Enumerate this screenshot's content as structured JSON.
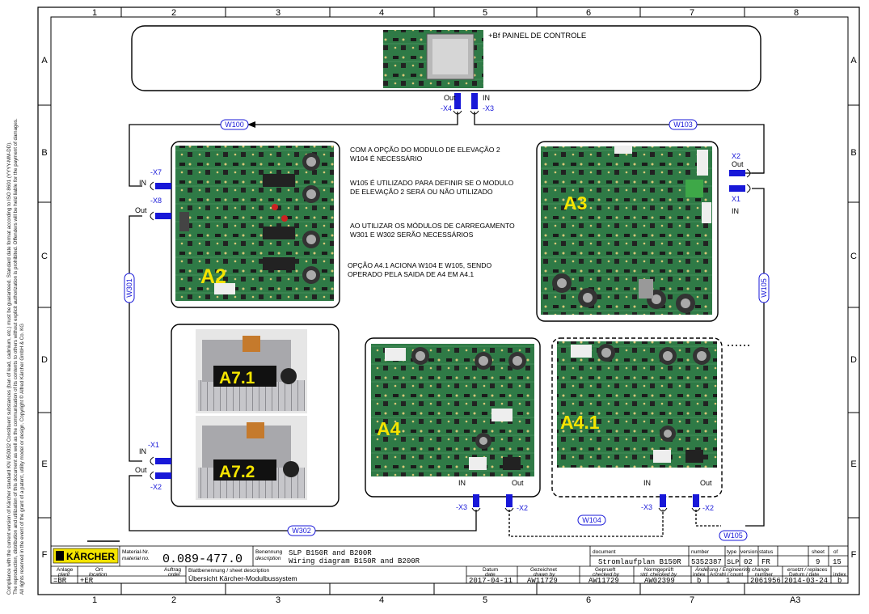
{
  "side_text": [
    "Compliance with the current version of Kärcher standard KN 050032 Constituent substances (ban of lead, cadmium, etc.) must be guaranteed. Standard date format according to ISO 8601 (YYYY-MM-DD).",
    "The reproduction, distribution and utilization of this document as well as the communication of its contents to others without explicit authorization is prohibited. Offenders will be held liable for the payment of damages.",
    "All rights reserved in the event of the grant of a patent, utility model or design. Copyright © Alfred Kärcher GmbH & Co. KG"
  ],
  "columns": [
    "1",
    "2",
    "3",
    "4",
    "5",
    "6",
    "7",
    "8"
  ],
  "rows": [
    "A",
    "B",
    "C",
    "D",
    "E",
    "F"
  ],
  "modules": {
    "panel": "+Bf PAINEL DE CONTROLE",
    "a2": "A2",
    "a3": "A3",
    "a4": "A4",
    "a41": "A4.1",
    "a71": "A7.1",
    "a72": "A7.2"
  },
  "connectors": {
    "panel_out": "Out",
    "panel_in": "IN",
    "panel_x4": "-X4",
    "panel_x3": "-X3",
    "a2_x7": "-X7",
    "a2_in": "IN",
    "a2_x8": "-X8",
    "a2_out": "Out",
    "a3_x2": "X2",
    "a3_out": "Out",
    "a3_x1": "X1",
    "a3_in": "IN",
    "a7_in": "IN",
    "a7_x1": "-X1",
    "a7_out": "Out",
    "a7_x2": "-X2",
    "a4_in": "IN",
    "a4_out": "Out",
    "a4_x3": "-X3",
    "a4_x2": "-X2",
    "a41_in": "IN",
    "a41_out": "Out",
    "a41_x3": "-X3",
    "a41_x2": "-X2"
  },
  "wires": {
    "w100": "W100",
    "w103": "W103",
    "w301": "W301",
    "w105_right": "W105",
    "w302": "W302",
    "w104": "W104",
    "w105_bottom": "W105"
  },
  "notes": [
    "COM A OPÇÃO DO MODULO DE ELEVAÇÃO 2",
    "W104 É NECESSÁRIO",
    "W105 É UTILIZADO PARA DEFINIR SE O MODULO",
    "DE ELEVAÇÃO 2 SERÁ OU NÃO UTILIZADO",
    "AO UTILIZAR OS MÓDULOS DE CARREGAMENTO",
    "W301 E W302 SERÃO NECESSÁRIOS",
    "OPÇÃO A4.1 ACIONA W104 E W105, SENDO",
    "OPERADO PELA SAIDA  DE A4 EM A4.1"
  ],
  "title_block": {
    "logo": "KÄRCHER",
    "material_label": "Material-Nr.",
    "material_label_en": "material no.",
    "material_no": "0.089-477.0",
    "benennung_label": "Benennung",
    "description_label": "description",
    "desc_line1": "SLP B150R and B200R",
    "desc_line2": "Wiring diagram B150R and B200R",
    "document_label": "document",
    "document_value": "Stromlaufplan B150R",
    "number_label": "number",
    "number_value": "5352387",
    "type_label": "type",
    "type_value": "SLP",
    "version_label": "version",
    "version_value": "02",
    "status_label": "status",
    "status_value": "FR",
    "sheet_label": "sheet",
    "sheet_value": "9",
    "of_label": "of",
    "of_value": "15",
    "anlage_label": "Anlage",
    "anlage_label_en": "plant",
    "ort_label": "Ort",
    "ort_label_en": "location",
    "auftrag_label": "Auftrag",
    "auftrag_label_en": "order",
    "blatt_label": "Blattbenennung / sheet description",
    "blatt_value": "Übersicht Kärcher-Modulbussystem",
    "anlage_value": "=BR",
    "ort_value": "+ER",
    "datum_label": "Datum",
    "datum_label_en": "date",
    "datum_value": "2017-04-11",
    "gezeichnet_label": "Gezeichnet",
    "gezeichnet_label_en": "drawn by",
    "gezeichnet_value": "AW11729",
    "geprueft_label": "Geprueft",
    "geprueft_label_en": "checked by",
    "geprueft_value": "AW11729",
    "norm_label": "Normgeprüft",
    "norm_label_en": "std. checked by",
    "norm_value": "AW02399",
    "aenderung_label": "Änderung / Engineering change",
    "index_label": "index",
    "index_value": "b",
    "anzahl_label": "Anzahl / count",
    "anzahl_value": "1",
    "ersetzt_label": "ersetzt / replaces",
    "ec_number_label": "number",
    "ec_number_value": "2061956",
    "ec_date_label": "Datum / date",
    "ec_date_value": "2014-03-24",
    "ec_index_label": "index",
    "ec_index_value": "b",
    "format": "A3"
  },
  "colors": {
    "wire": "#000000",
    "connector": "#1818d8",
    "module_label": "#f5e400",
    "pcb": "#2f7a46",
    "metal": "#b9b9bd"
  }
}
